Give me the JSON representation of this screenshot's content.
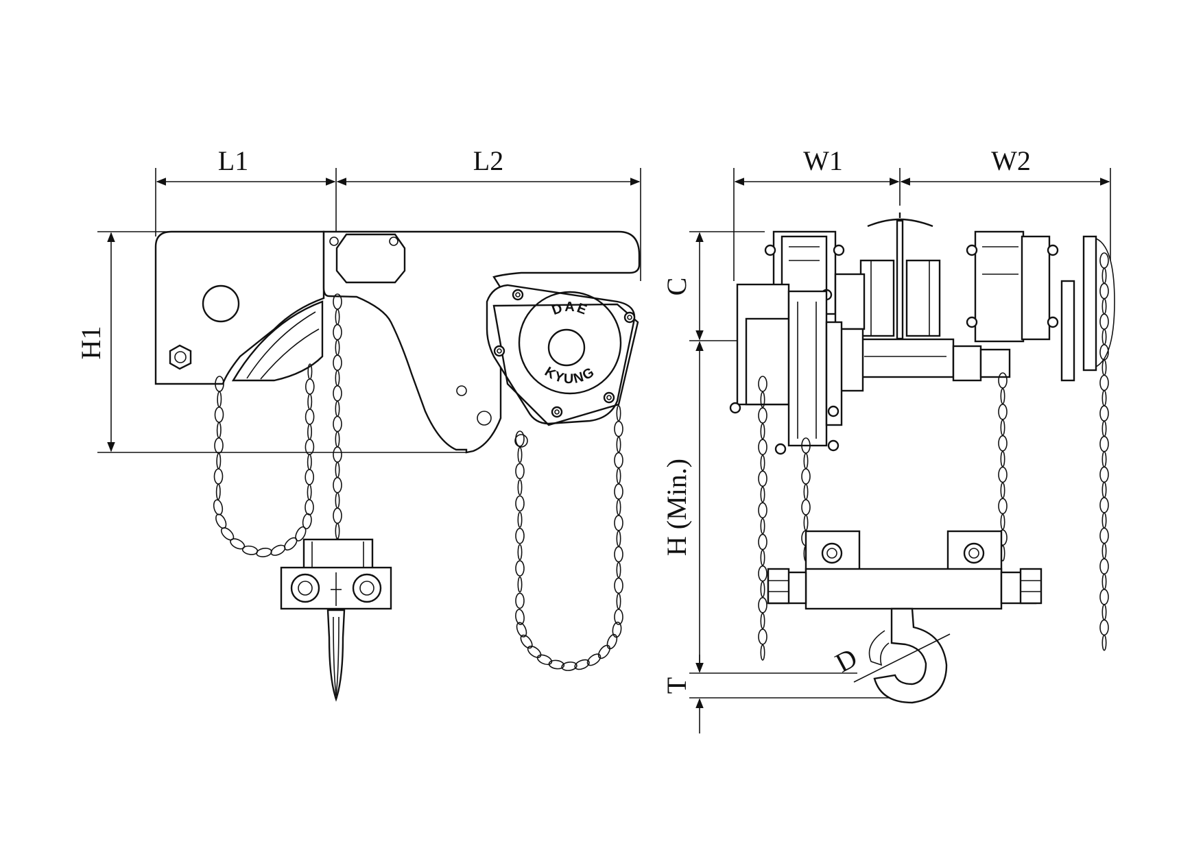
{
  "diagram": {
    "side_view": {
      "labels": {
        "l1": "L1",
        "l2": "L2",
        "h1": "H1"
      },
      "logo": {
        "top": "DAE",
        "bottom": "KYUNG"
      }
    },
    "front_view": {
      "labels": {
        "w1": "W1",
        "w2": "W2",
        "c": "C",
        "h_min": "H (Min.)",
        "t": "T",
        "d": "D"
      }
    },
    "colors": {
      "line": "#111111",
      "background": "#ffffff"
    }
  }
}
